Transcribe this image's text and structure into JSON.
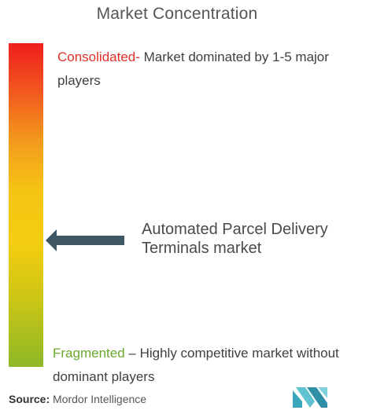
{
  "title": "Market Concentration",
  "consolidated": {
    "tag": "Consolidated-",
    "description": "Market dominated by 1-5 major players"
  },
  "fragmented": {
    "tag": "Fragmented",
    "separator": " – ",
    "description": "Highly competitive market without dominant players"
  },
  "marker": {
    "label": "Automated Parcel Delivery Terminals market"
  },
  "source": {
    "prefix": "Source:",
    "name": "Mordor Intelligence"
  },
  "colors": {
    "top": "#ee1f1f",
    "middle": "#f5c514",
    "bottom": "#8eb828",
    "arrow": "#3f5665"
  },
  "icons": {
    "logo": "mordor-intelligence-logo"
  }
}
